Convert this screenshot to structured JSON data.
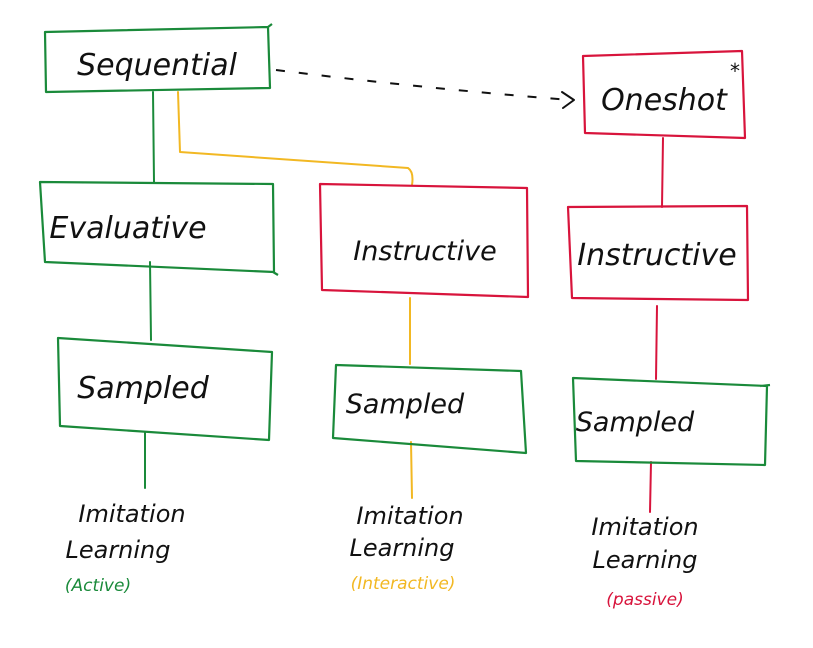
{
  "colors": {
    "green": "#1a8a3a",
    "red": "#d8143c",
    "yellow": "#f2b823",
    "ink": "#111111"
  },
  "nodes": {
    "sequential": "Sequential",
    "oneshot": "Oneshot",
    "evaluative": "Evaluative",
    "instructive_mid": "Instructive",
    "instructive_right": "Instructive",
    "sampled_left": "Sampled",
    "sampled_mid": "Sampled",
    "sampled_right": "Sampled"
  },
  "leaves": {
    "left": {
      "line1": "Imitation",
      "line2": "Learning",
      "tag": "(Active)"
    },
    "mid": {
      "line1": "Imitation",
      "line2": "Learning",
      "tag": "(Interactive)"
    },
    "right": {
      "line1": "Imitation",
      "line2": "Learning",
      "tag": "(passive)"
    }
  },
  "asterisk": "*"
}
